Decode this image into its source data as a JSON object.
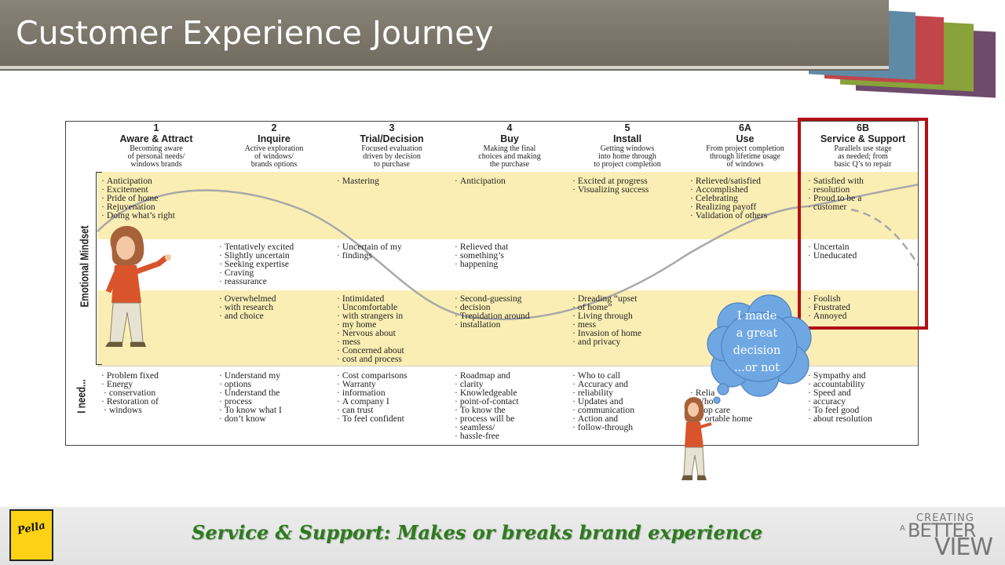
{
  "slide": {
    "title": "Customer Experience Journey"
  },
  "journey": {
    "side_labels": {
      "emotional": "Emotional Mindset",
      "needs": "I need..."
    },
    "stages": [
      {
        "num": "1",
        "name": "Aware & Attract",
        "desc": [
          "Becoming aware",
          "of personal needs/",
          "windows brands"
        ],
        "row1": [
          "Anticipation",
          "Excitement",
          "Pride of home",
          "Rejuvenation",
          "Doing what’s right"
        ],
        "row2": [],
        "row3": [],
        "needs": [
          "Problem fixed",
          "Energy",
          "conservation",
          "Restoration of",
          "windows"
        ]
      },
      {
        "num": "2",
        "name": "Inquire",
        "desc": [
          "Active exploration",
          "of windows/",
          "brands options"
        ],
        "row1": [],
        "row2": [
          "Tentatively excited",
          "Slightly uncertain",
          "Seeking expertise",
          "Craving",
          "reassurance"
        ],
        "row3": [
          "Overwhelmed",
          "with research",
          "and choice"
        ],
        "needs": [
          "Understand my",
          "options",
          "Understand the",
          "process",
          "To know what I",
          "don’t know"
        ]
      },
      {
        "num": "3",
        "name": "Trial/Decision",
        "desc": [
          "Focused evaluation",
          "driven by decision",
          "to purchase"
        ],
        "row1": [
          "Mastering"
        ],
        "row2": [
          "Uncertain of my",
          "findings"
        ],
        "row3": [
          "Intimidated",
          "Uncomfortable",
          "with strangers in",
          "my home",
          "Nervous about",
          "mess",
          "Concerned about",
          "cost and process"
        ],
        "needs": [
          "Cost comparisons",
          "Warranty",
          "information",
          "A company I",
          "can trust",
          "To feel confident"
        ]
      },
      {
        "num": "4",
        "name": "Buy",
        "desc": [
          "Making the final",
          "choices and making",
          "the purchase"
        ],
        "row1": [
          "Anticipation"
        ],
        "row2": [
          "Relieved that",
          "something’s",
          "happening"
        ],
        "row3": [
          "Second-guessing",
          "decision",
          "Trepidation around",
          "installation"
        ],
        "needs": [
          "Roadmap and",
          "clarity",
          "Knowledgeable",
          "point-of-contact",
          "To know the",
          "process will be",
          "seamless/",
          "hassle-free"
        ]
      },
      {
        "num": "5",
        "name": "Install",
        "desc": [
          "Getting windows",
          "into home through",
          "to project completion"
        ],
        "row1": [
          "Excited at progress",
          "Visualizing success"
        ],
        "row2": [],
        "row3": [
          "Dreading “upset",
          "of home”",
          "Living through",
          "mess",
          "Invasion of home",
          "and privacy"
        ],
        "needs": [
          "Who to call",
          "Accuracy and",
          "reliability",
          "Updates and",
          "communication",
          "Action and",
          "follow-through"
        ]
      },
      {
        "num": "6A",
        "name": "Use",
        "desc": [
          "From project completion",
          "through lifetime usage",
          "of windows"
        ],
        "row1": [
          "Relieved/satisfied",
          "Accomplished",
          "Celebrating",
          "Realizing payoff",
          "Validation of others"
        ],
        "row2": [],
        "row3": [],
        "needs": [
          "Relia",
          "Who",
          "Prop    care",
          "    ortable home"
        ]
      },
      {
        "num": "6B",
        "name": "Service & Support",
        "desc": [
          "Parallels use stage",
          "as needed; from",
          "basic Q’s to repair"
        ],
        "row1": [
          "Satisfied with",
          "resolution",
          "Proud to be a",
          "customer"
        ],
        "row2": [
          "Uncertain",
          "Uneducated"
        ],
        "row3": [
          "Foolish",
          "Frustrated",
          "Annoyed"
        ],
        "needs": [
          "Sympathy and",
          "accountability",
          "Speed and",
          "accuracy",
          "To feel good",
          "about resolution"
        ]
      }
    ]
  },
  "bubble": {
    "lines": [
      "I made",
      "a great",
      "decision",
      "...or not"
    ]
  },
  "footer": {
    "tagline": "Service & Support: Makes or breaks brand experience",
    "pella_logo": "Pella",
    "brand_lines": [
      "CREATING",
      "A",
      "BETTER",
      "VIEW"
    ]
  },
  "colors": {
    "banner": "#7d766a",
    "band": "#fbeeb4",
    "highlight": "#b30f14",
    "bubble": "#6fa7e3",
    "tagline": "#2d7a1d",
    "logo": "#fcd116"
  },
  "icons": [
    "woman-character-illustration",
    "small-woman-character-illustration",
    "thought-bubble-cloud"
  ]
}
